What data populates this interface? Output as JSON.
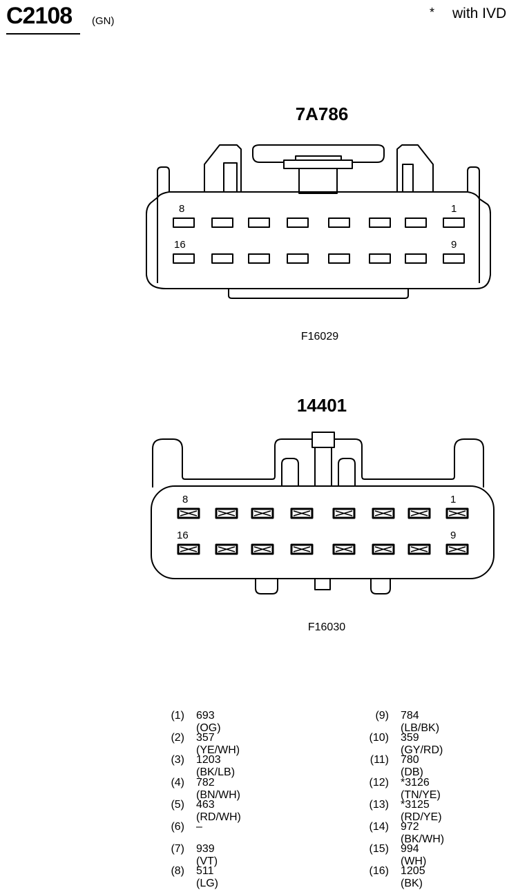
{
  "connector": {
    "id": "C2108",
    "color": "(GN)"
  },
  "note": {
    "marker": "*",
    "text": "with IVD"
  },
  "views": [
    {
      "part_number": "7A786",
      "figure_id": "F16029",
      "pin_labels": {
        "top_left": "8",
        "top_right": "1",
        "bottom_left": "16",
        "bottom_right": "9"
      }
    },
    {
      "part_number": "14401",
      "figure_id": "F16030",
      "pin_labels": {
        "top_left": "8",
        "top_right": "1",
        "bottom_left": "16",
        "bottom_right": "9"
      }
    }
  ],
  "pinout_left": [
    {
      "pin": "(1)",
      "circuit": "693 (OG)"
    },
    {
      "pin": "(2)",
      "circuit": "357 (YE/WH)"
    },
    {
      "pin": "(3)",
      "circuit": "1203 (BK/LB)"
    },
    {
      "pin": "(4)",
      "circuit": "782 (BN/WH)"
    },
    {
      "pin": "(5)",
      "circuit": "463 (RD/WH)"
    },
    {
      "pin": "(6)",
      "circuit": "–"
    },
    {
      "pin": "(7)",
      "circuit": "939 (VT)"
    },
    {
      "pin": "(8)",
      "circuit": "511 (LG)"
    }
  ],
  "pinout_right": [
    {
      "pin": "(9)",
      "circuit": "784 (LB/BK)"
    },
    {
      "pin": "(10)",
      "circuit": "359 (GY/RD)"
    },
    {
      "pin": "(11)",
      "circuit": "780 (DB)"
    },
    {
      "pin": "(12)",
      "circuit": "*3126 (TN/YE)"
    },
    {
      "pin": "(13)",
      "circuit": "*3125 (RD/YE)"
    },
    {
      "pin": "(14)",
      "circuit": "972 (BK/WH)"
    },
    {
      "pin": "(15)",
      "circuit": "994 (WH)"
    },
    {
      "pin": "(16)",
      "circuit": "1205 (BK)"
    }
  ]
}
